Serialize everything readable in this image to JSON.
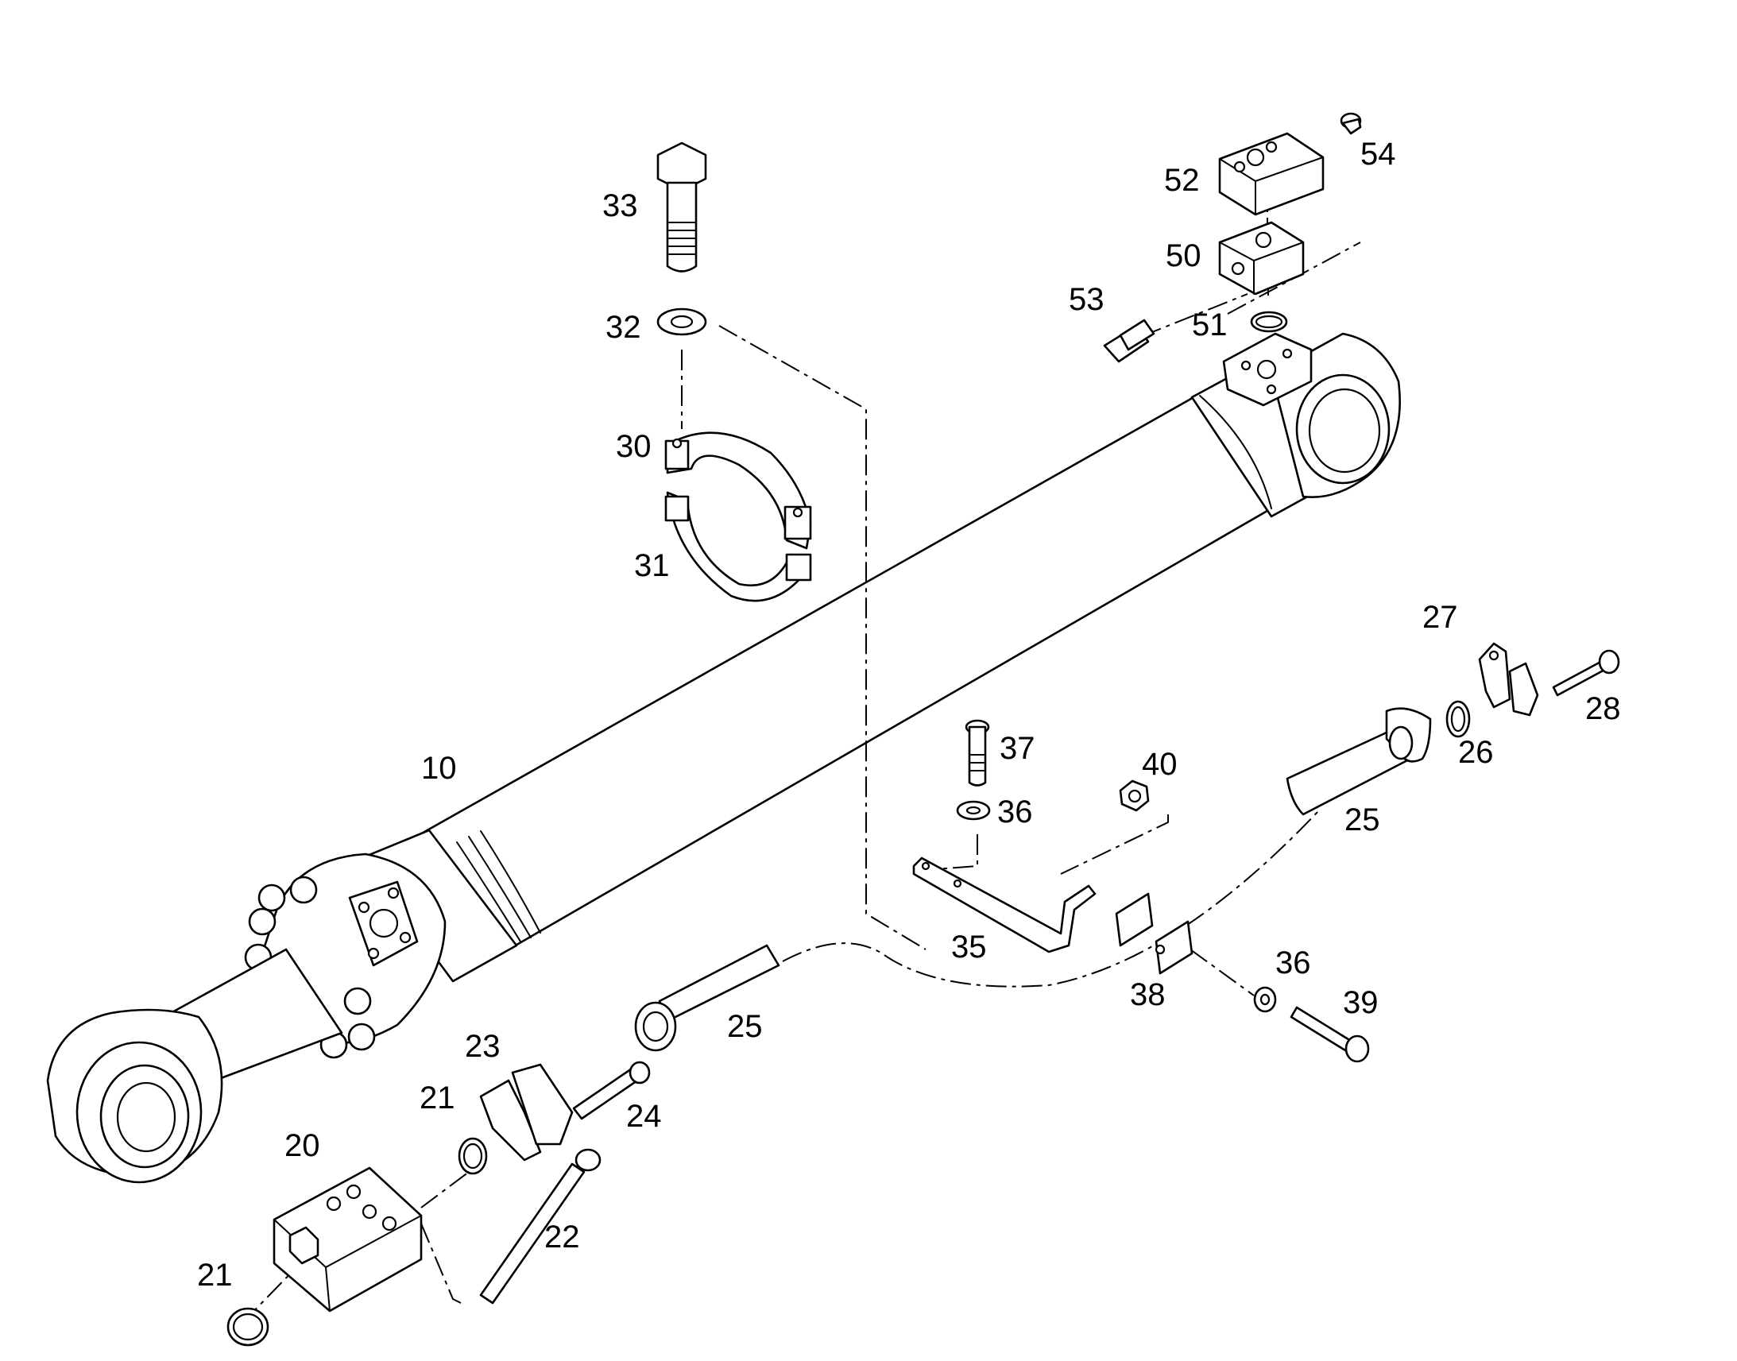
{
  "diagram": {
    "type": "exploded-parts-view",
    "colors": {
      "line": "#000000",
      "background": "#ffffff"
    },
    "callouts": [
      {
        "id": "c10",
        "text": "10"
      },
      {
        "id": "c20",
        "text": "20"
      },
      {
        "id": "c21a",
        "text": "21"
      },
      {
        "id": "c21b",
        "text": "21"
      },
      {
        "id": "c22",
        "text": "22"
      },
      {
        "id": "c23",
        "text": "23"
      },
      {
        "id": "c24",
        "text": "24"
      },
      {
        "id": "c25a",
        "text": "25"
      },
      {
        "id": "c25b",
        "text": "25"
      },
      {
        "id": "c26",
        "text": "26"
      },
      {
        "id": "c27",
        "text": "27"
      },
      {
        "id": "c28",
        "text": "28"
      },
      {
        "id": "c30",
        "text": "30"
      },
      {
        "id": "c31",
        "text": "31"
      },
      {
        "id": "c32",
        "text": "32"
      },
      {
        "id": "c33",
        "text": "33"
      },
      {
        "id": "c35",
        "text": "35"
      },
      {
        "id": "c36a",
        "text": "36"
      },
      {
        "id": "c36b",
        "text": "36"
      },
      {
        "id": "c37",
        "text": "37"
      },
      {
        "id": "c38",
        "text": "38"
      },
      {
        "id": "c39",
        "text": "39"
      },
      {
        "id": "c40",
        "text": "40"
      },
      {
        "id": "c50",
        "text": "50"
      },
      {
        "id": "c51",
        "text": "51"
      },
      {
        "id": "c52",
        "text": "52"
      },
      {
        "id": "c53",
        "text": "53"
      },
      {
        "id": "c54",
        "text": "54"
      }
    ]
  }
}
